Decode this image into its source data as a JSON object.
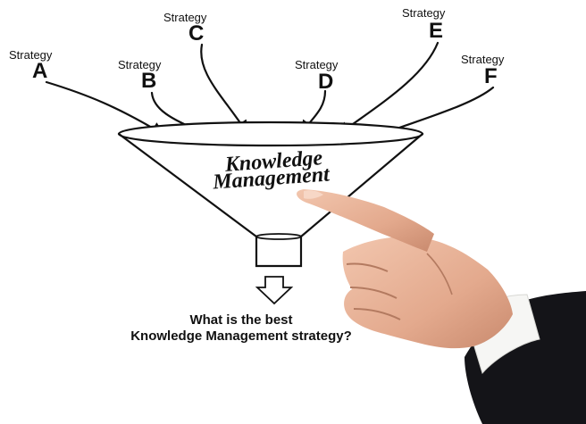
{
  "strategies": [
    {
      "word": "Strategy",
      "letter": "A"
    },
    {
      "word": "Strategy",
      "letter": "B"
    },
    {
      "word": "Strategy",
      "letter": "C"
    },
    {
      "word": "Strategy",
      "letter": "D"
    },
    {
      "word": "Strategy",
      "letter": "E"
    },
    {
      "word": "Strategy",
      "letter": "F"
    }
  ],
  "funnel": {
    "line1": "Knowledge",
    "line2": "Management"
  },
  "question": {
    "line1": "What is the best",
    "line2": "Knowledge Management strategy?"
  },
  "colors": {
    "ink": "#111111",
    "background": "#ffffff",
    "skin": "#e9b49a",
    "suit": "#141418",
    "cuff": "#f6f6f4"
  },
  "icons": {
    "output_arrow": "hollow-down-arrow",
    "hand": "pointing-hand"
  }
}
